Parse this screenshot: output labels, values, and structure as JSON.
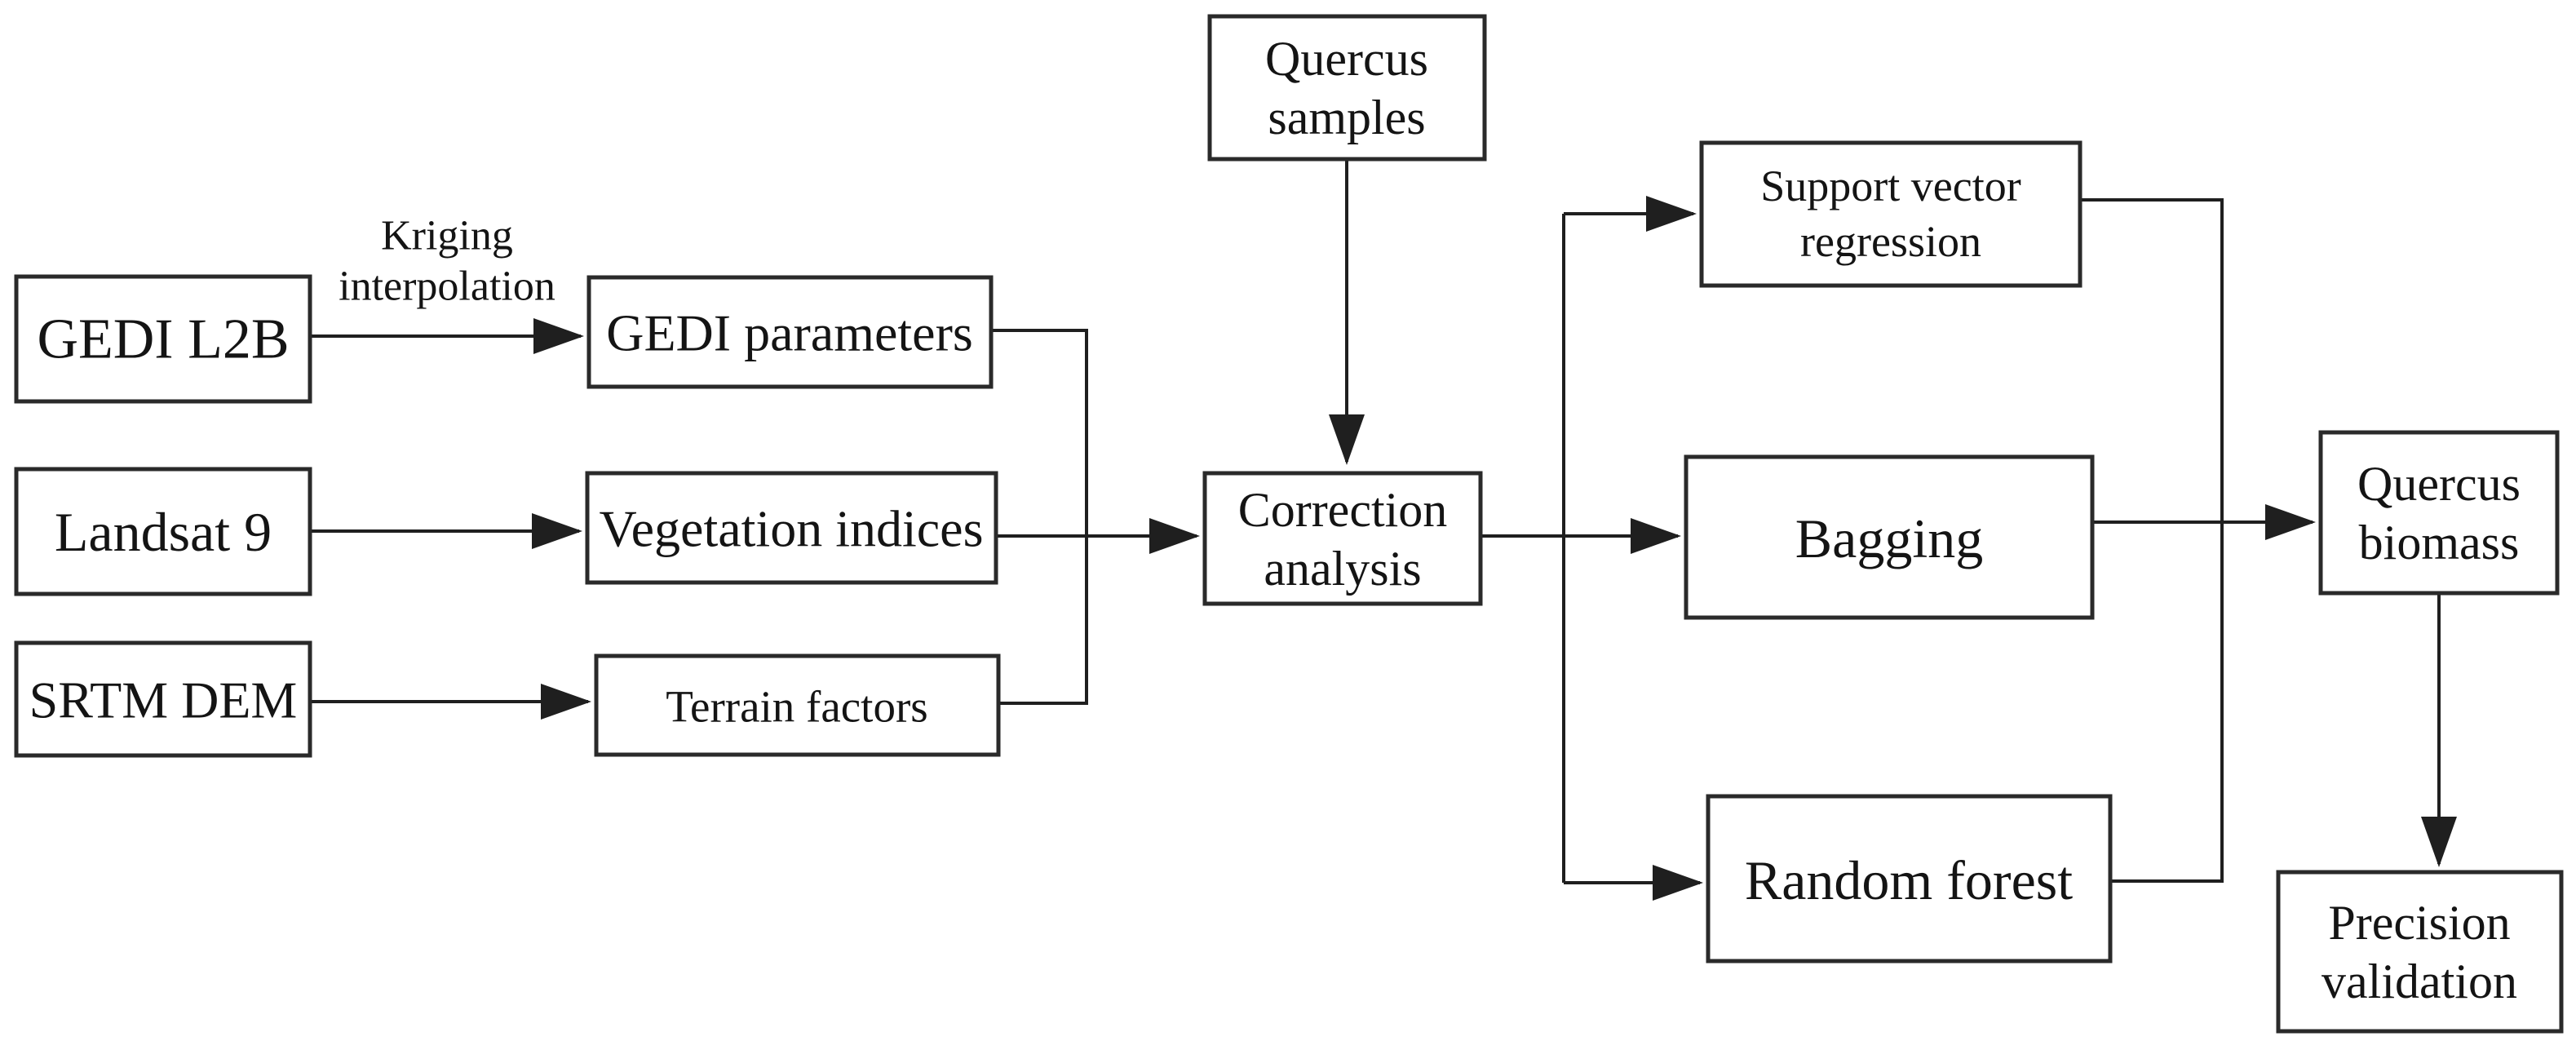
{
  "diagram": {
    "type": "flowchart",
    "colors": {
      "background": "#ffffff",
      "line": "#1f1f1f",
      "box_border": "#2a2a2a",
      "text": "#141414"
    },
    "nodes": {
      "gedi_l2b": {
        "lines": [
          "GEDI L2B"
        ]
      },
      "landsat_9": {
        "lines": [
          "Landsat 9"
        ]
      },
      "srtm_dem": {
        "lines": [
          "SRTM DEM"
        ]
      },
      "gedi_parameters": {
        "lines": [
          "GEDI parameters"
        ]
      },
      "vegetation_indices": {
        "lines": [
          "Vegetation indices"
        ]
      },
      "terrain_factors": {
        "lines": [
          "Terrain factors"
        ]
      },
      "quercus_samples": {
        "lines": [
          "Quercus",
          "samples"
        ]
      },
      "correction_analysis": {
        "lines": [
          "Correction",
          "analysis"
        ]
      },
      "support_vector_regression": {
        "lines": [
          "Support vector",
          "regression"
        ]
      },
      "bagging": {
        "lines": [
          "Bagging"
        ]
      },
      "random_forest": {
        "lines": [
          "Random forest"
        ]
      },
      "quercus_biomass": {
        "lines": [
          "Quercus",
          "biomass"
        ]
      },
      "precision_validation": {
        "lines": [
          "Precision",
          "validation"
        ]
      }
    },
    "edge_labels": {
      "kriging": {
        "lines": [
          "Kriging",
          "interpolation"
        ]
      }
    },
    "edges": [
      {
        "from": "gedi_l2b",
        "to": "gedi_parameters",
        "label": "Kriging interpolation"
      },
      {
        "from": "landsat_9",
        "to": "vegetation_indices"
      },
      {
        "from": "srtm_dem",
        "to": "terrain_factors"
      },
      {
        "from": "gedi_parameters",
        "to": "correction_analysis"
      },
      {
        "from": "vegetation_indices",
        "to": "correction_analysis"
      },
      {
        "from": "terrain_factors",
        "to": "correction_analysis"
      },
      {
        "from": "quercus_samples",
        "to": "correction_analysis"
      },
      {
        "from": "correction_analysis",
        "to": "support_vector_regression"
      },
      {
        "from": "correction_analysis",
        "to": "bagging"
      },
      {
        "from": "correction_analysis",
        "to": "random_forest"
      },
      {
        "from": "support_vector_regression",
        "to": "quercus_biomass"
      },
      {
        "from": "bagging",
        "to": "quercus_biomass"
      },
      {
        "from": "random_forest",
        "to": "quercus_biomass"
      },
      {
        "from": "quercus_biomass",
        "to": "precision_validation"
      }
    ]
  }
}
